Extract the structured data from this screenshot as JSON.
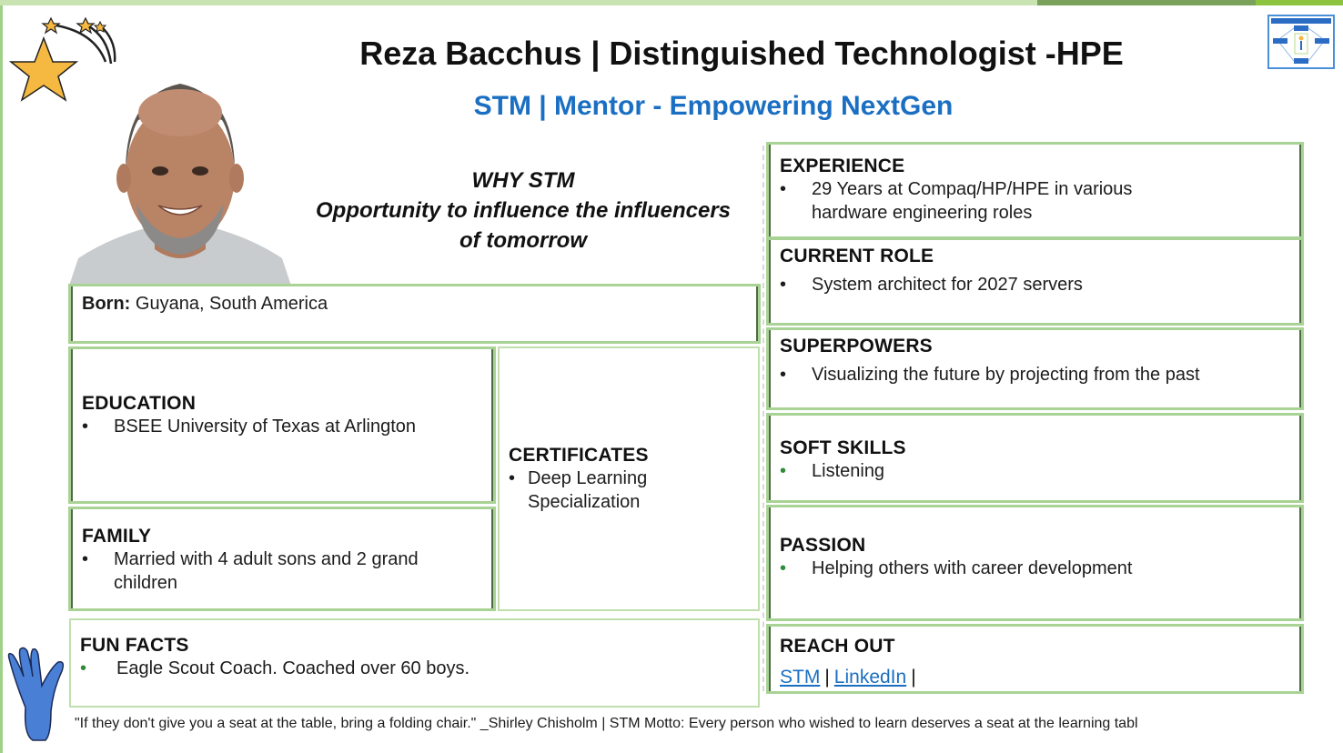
{
  "header": {
    "title": "Reza Bacchus | Distinguished Technologist -HPE",
    "subtitle": "STM | Mentor - Empowering NextGen"
  },
  "why_stm": {
    "heading": "WHY STM",
    "line1": "Opportunity to influence the influencers",
    "line2": "of tomorrow"
  },
  "icons": {
    "shooting_star": "shooting-star-icon",
    "waving_hand": "waving-hand-icon",
    "program_logo": "program-diagram-logo"
  },
  "born": {
    "label": "Born:",
    "value": "Guyana, South America"
  },
  "education": {
    "heading": "EDUCATION",
    "items": [
      "BSEE University of Texas at Arlington"
    ]
  },
  "certificates": {
    "heading": "CERTIFICATES",
    "items": [
      "Deep Learning Specialization"
    ]
  },
  "family": {
    "heading": "FAMILY",
    "items": [
      "Married with 4 adult sons and 2 grand children"
    ]
  },
  "fun_facts": {
    "heading": "FUN FACTS",
    "items": [
      "Eagle Scout Coach.  Coached over 60 boys."
    ]
  },
  "experience": {
    "heading": "EXPERIENCE",
    "items": [
      "29 Years at Compaq/HP/HPE in various hardware engineering roles"
    ]
  },
  "current_role": {
    "heading": "CURRENT ROLE",
    "items": [
      "System architect for 2027 servers"
    ]
  },
  "superpowers": {
    "heading": "SUPERPOWERS",
    "items": [
      "Visualizing the future by projecting from the past"
    ]
  },
  "soft_skills": {
    "heading": "SOFT SKILLS",
    "items": [
      "Listening"
    ]
  },
  "passion": {
    "heading": "PASSION",
    "items": [
      "Helping others with career development"
    ]
  },
  "reach_out": {
    "heading": "REACH OUT",
    "links": [
      {
        "label": "STM"
      },
      {
        "label": "LinkedIn"
      }
    ],
    "separator": "|"
  },
  "footer": {
    "quote": "\"If they don't give you a seat at the table, bring a folding chair.\" _Shirley Chisholm  | STM Motto: Every person who wished to learn deserves a seat at the learning tabl"
  },
  "colors": {
    "accent_blue": "#1b6fc2",
    "box_border_green": "#a9d394",
    "box_edge_dark": "#4e6b45",
    "star_yellow": "#f5b841",
    "hand_blue": "#4a7fd6"
  }
}
